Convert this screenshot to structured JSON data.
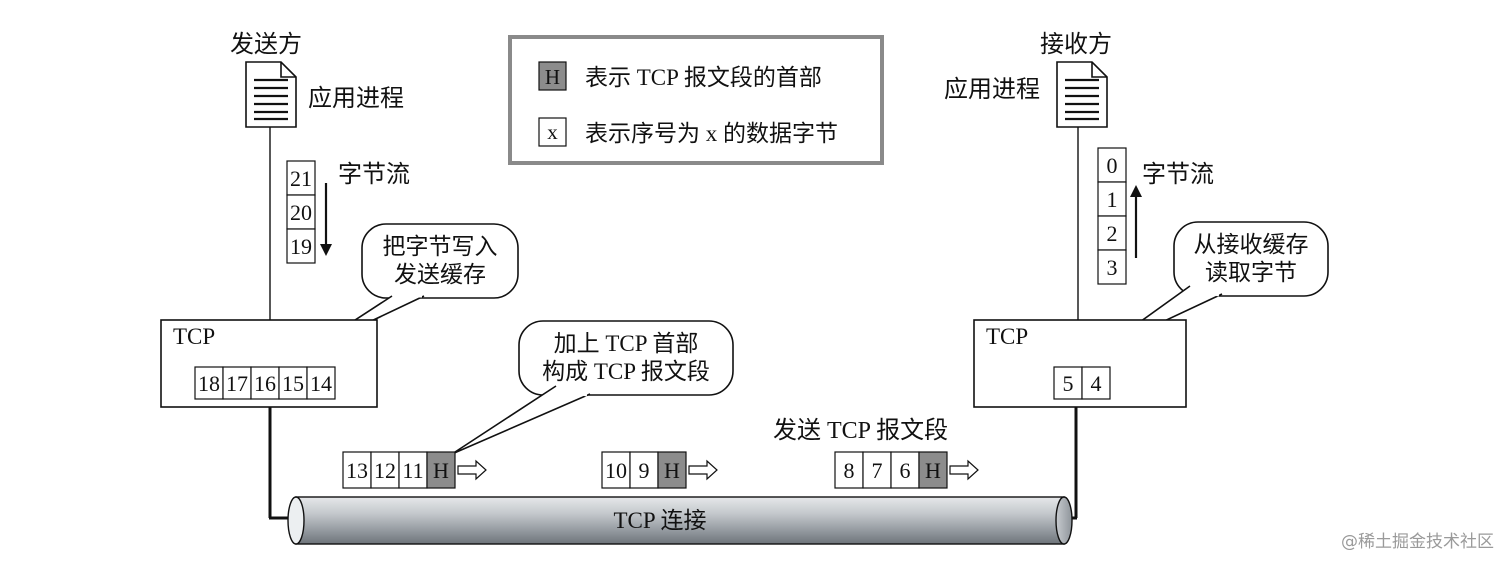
{
  "sender": {
    "title": "发送方",
    "app_process": "应用进程",
    "byte_stream_label": "字节流",
    "stream_bytes": [
      "21",
      "20",
      "19"
    ],
    "callout": [
      "把字节写入",
      "发送缓存"
    ],
    "tcp_label": "TCP",
    "buffer_bytes": [
      "18",
      "17",
      "16",
      "15",
      "14"
    ]
  },
  "receiver": {
    "title": "接收方",
    "app_process": "应用进程",
    "byte_stream_label": "字节流",
    "stream_bytes": [
      "0",
      "1",
      "2",
      "3"
    ],
    "callout": [
      "从接收缓存",
      "读取字节"
    ],
    "tcp_label": "TCP",
    "buffer_bytes": [
      "5",
      "4"
    ]
  },
  "legend": {
    "header_symbol": "H",
    "header_text": "表示 TCP 报文段的首部",
    "byte_symbol": "x",
    "byte_text": "表示序号为 x 的数据字节"
  },
  "middle_callout": [
    "加上 TCP 首部",
    "构成 TCP 报文段"
  ],
  "send_label": "发送 TCP 报文段",
  "segments": [
    {
      "bytes": [
        "13",
        "12",
        "11"
      ],
      "header": "H"
    },
    {
      "bytes": [
        "10",
        "9"
      ],
      "header": "H"
    },
    {
      "bytes": [
        "8",
        "7",
        "6"
      ],
      "header": "H"
    }
  ],
  "connection_label": "TCP 连接",
  "watermark": "@稀土掘金技术社区",
  "colors": {
    "header_fill": "#8c8c8c",
    "pipe": "#9ea3a8",
    "legend_border": "#8a8a8a"
  }
}
